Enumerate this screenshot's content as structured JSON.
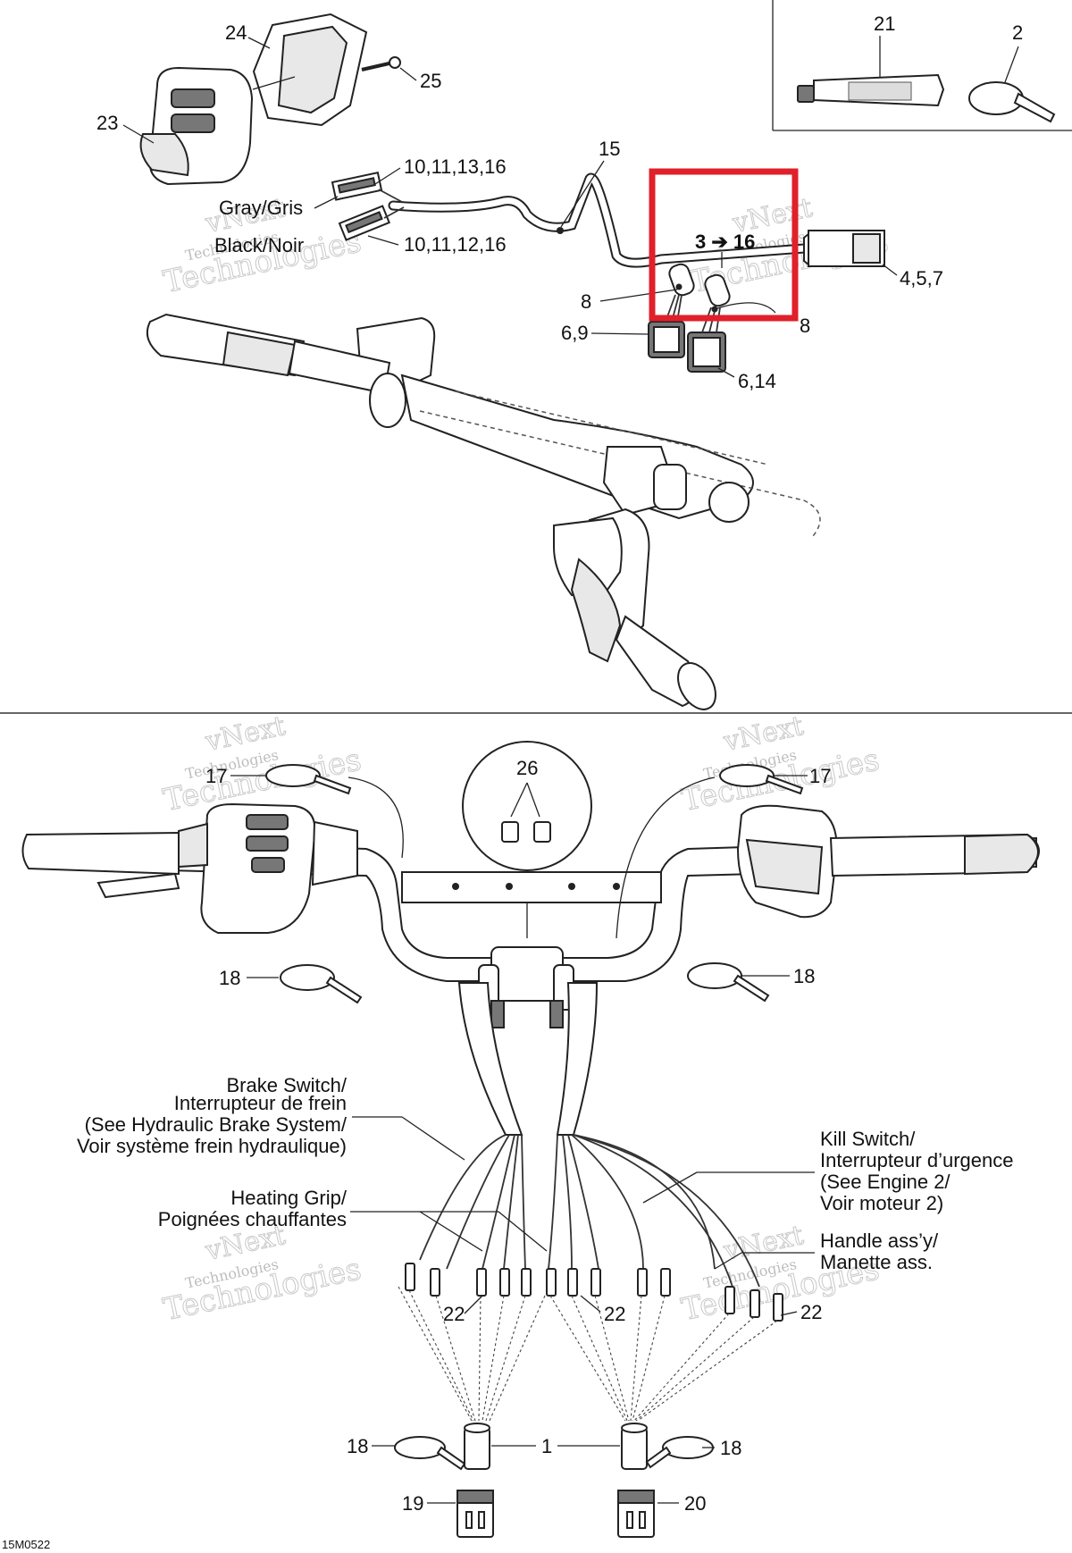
{
  "drawing_code": "15M0522",
  "watermark": {
    "line1": "vNext",
    "line2": "Technologies"
  },
  "highlight": {
    "label": "3 ➔ 16",
    "color": "#e0202a"
  },
  "colors": {
    "ink": "#222222",
    "highlight": "#e0202a",
    "watermark": "#c9c9c9"
  },
  "callouts": {
    "c21": "21",
    "c2": "2",
    "c24": "24",
    "c25": "25",
    "c23": "23",
    "c15": "15",
    "c10_13": "10,11,13,16",
    "c10_12": "10,11,12,16",
    "c8a": "8",
    "c8b": "8",
    "c69": "6,9",
    "c614": "6,14",
    "c457": "4,5,7",
    "c26": "26",
    "c17a": "17",
    "c17b": "17",
    "c18a": "18",
    "c18b": "18",
    "c18c": "18",
    "c18d": "18",
    "c22a": "22",
    "c22b": "22",
    "c22c": "22",
    "c1": "1",
    "c19": "19",
    "c20": "20"
  },
  "wire_colors": {
    "gray": "Gray/Gris",
    "black": "Black/Noir"
  },
  "labels": {
    "brake": [
      "Brake Switch/",
      "Interrupteur de frein",
      "(See Hydraulic Brake System/",
      "Voir système frein hydraulique)"
    ],
    "heating": [
      "Heating Grip/",
      "Poignées chauffantes"
    ],
    "kill": [
      "Kill Switch/",
      "Interrupteur d’urgence",
      "(See Engine 2/",
      "Voir moteur 2)"
    ],
    "handle": [
      "Handle ass’y/",
      "Manette ass."
    ]
  }
}
